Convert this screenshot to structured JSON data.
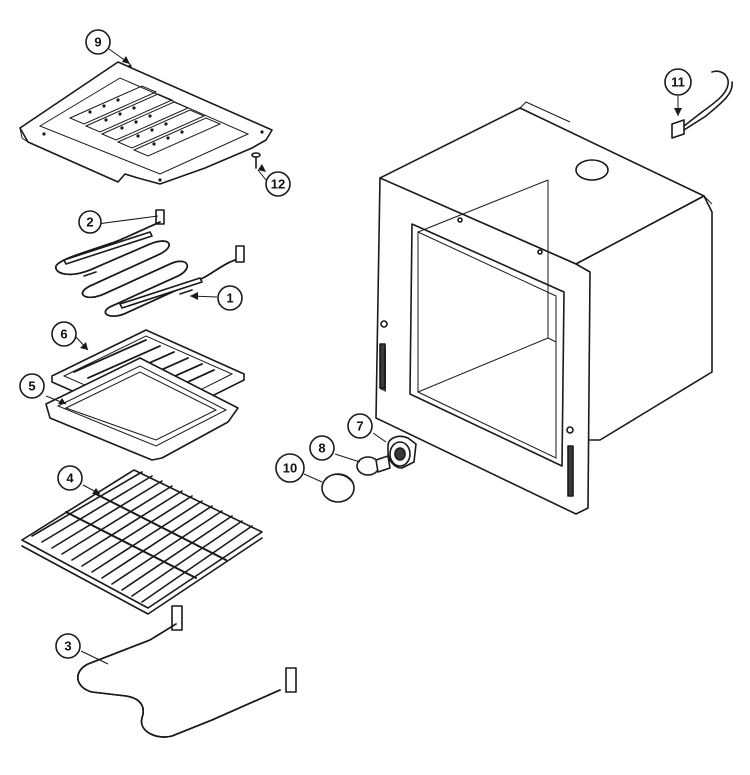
{
  "diagram": {
    "callouts": [
      {
        "id": "c1",
        "label": "1"
      },
      {
        "id": "c2",
        "label": "2"
      },
      {
        "id": "c3",
        "label": "3"
      },
      {
        "id": "c4",
        "label": "4"
      },
      {
        "id": "c5",
        "label": "5"
      },
      {
        "id": "c6",
        "label": "6"
      },
      {
        "id": "c7",
        "label": "7"
      },
      {
        "id": "c8",
        "label": "8"
      },
      {
        "id": "c9",
        "label": "9"
      },
      {
        "id": "c10",
        "label": "10"
      },
      {
        "id": "c11",
        "label": "11"
      },
      {
        "id": "c12",
        "label": "12"
      }
    ]
  }
}
